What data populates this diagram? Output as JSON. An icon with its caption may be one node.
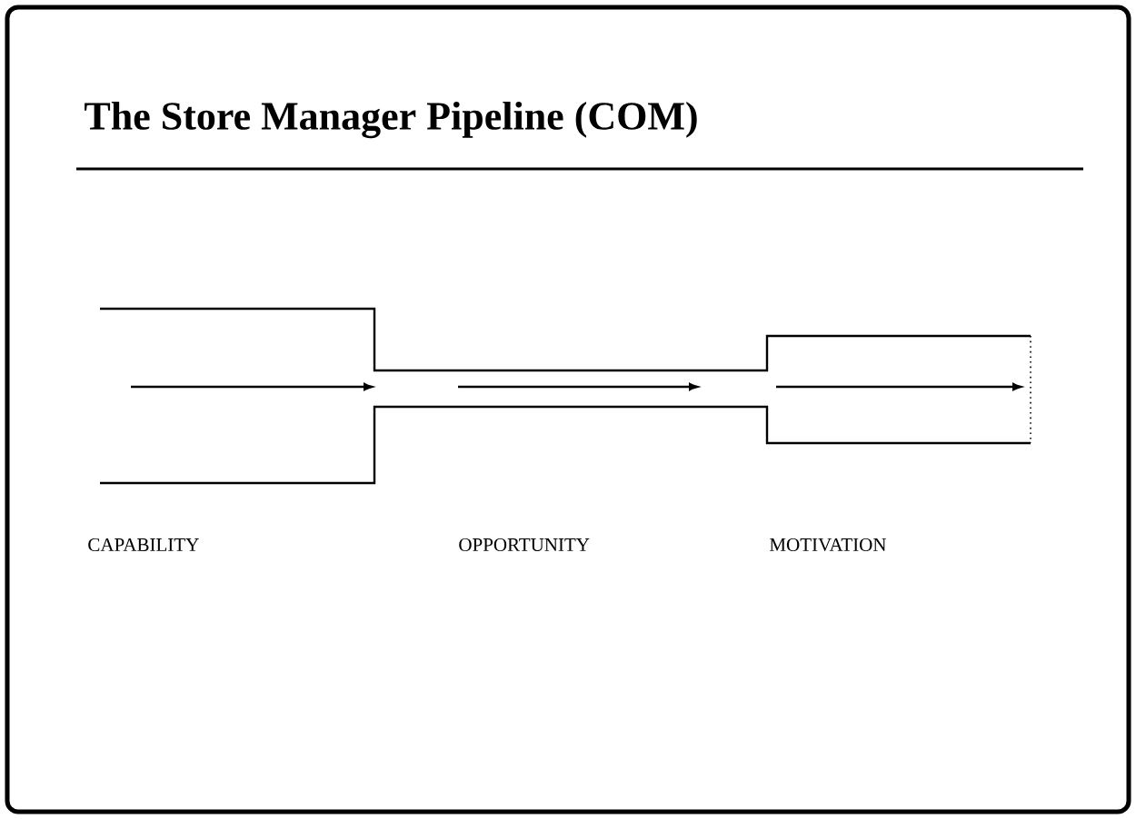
{
  "diagram": {
    "title": "The Store Manager Pipeline (COM)",
    "labels": [
      "CAPABILITY",
      "OPPORTUNITY",
      "MOTIVATION"
    ]
  }
}
